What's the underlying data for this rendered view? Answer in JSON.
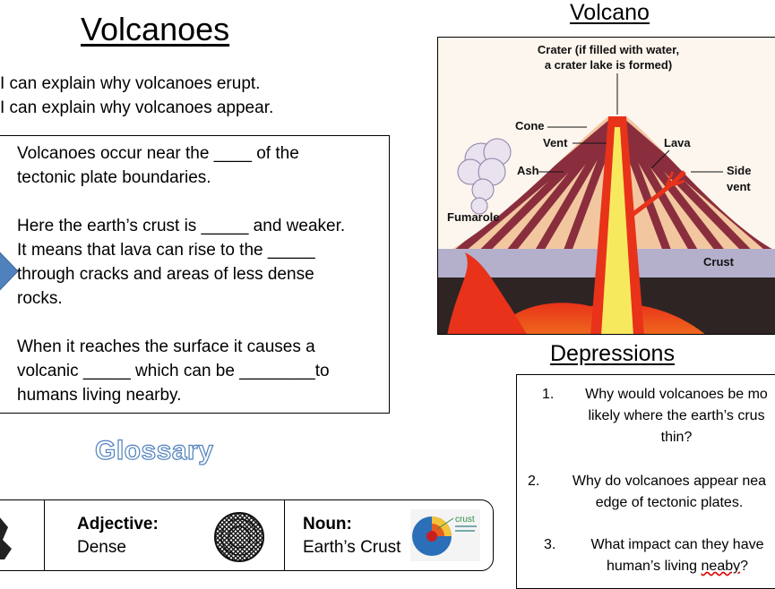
{
  "title": "Volcanoes",
  "objectives": [
    "I can explain why volcanoes erupt.",
    "I can explain why volcanoes appear."
  ],
  "fill_in": {
    "para1": [
      "Volcanoes occur near the ____ of the",
      "tectonic plate boundaries."
    ],
    "para2": [
      "Here the earth’s crust is _____ and weaker.",
      "It means that lava can rise to the _____",
      "through cracks and areas of less dense",
      "rocks."
    ],
    "para3": [
      "When it reaches the surface it causes a",
      "volcanic _____ which can be ________to",
      "humans living nearby."
    ]
  },
  "glossary": {
    "title": "Glossary",
    "adjective_label": "Adjective:",
    "adjective_word": "Dense",
    "noun_label": "Noun:",
    "noun_word": "Earth’s Crust",
    "crust_thumb_label": "crust"
  },
  "volcano": {
    "title": "Volcano",
    "labels": {
      "crater_line1": "Crater (if filled with water,",
      "crater_line2": "a crater lake is formed)",
      "cone": "Cone",
      "vent": "Vent",
      "lava": "Lava",
      "ash": "Ash",
      "side": "Side",
      "vent2": "vent",
      "fumarole": "Fumarole",
      "crust": "Crust"
    },
    "colors": {
      "sky": "#fdf6ee",
      "lava": "#e8321a",
      "lava_core": "#f7e95e",
      "stripe_a": "#8a2e3e",
      "stripe_b": "#f2c7a0",
      "crust": "#b4b0cc",
      "mantle": "#2e2424"
    }
  },
  "depressions": {
    "title": "Depressions",
    "q1_num": "1.",
    "q1_line1": "Why would volcanoes be mo",
    "q1_line2": "likely where the earth’s crus",
    "q1_line3": "thin?",
    "q2_num": "2.",
    "q2_line1": "Why do volcanoes appear nea",
    "q2_line2": "edge of tectonic plates.",
    "q3_num": "3.",
    "q3_line1": "What impact can they have",
    "q3_line2a": "human’s living ",
    "q3_line2b": "neaby",
    "q3_line2c": "?"
  }
}
